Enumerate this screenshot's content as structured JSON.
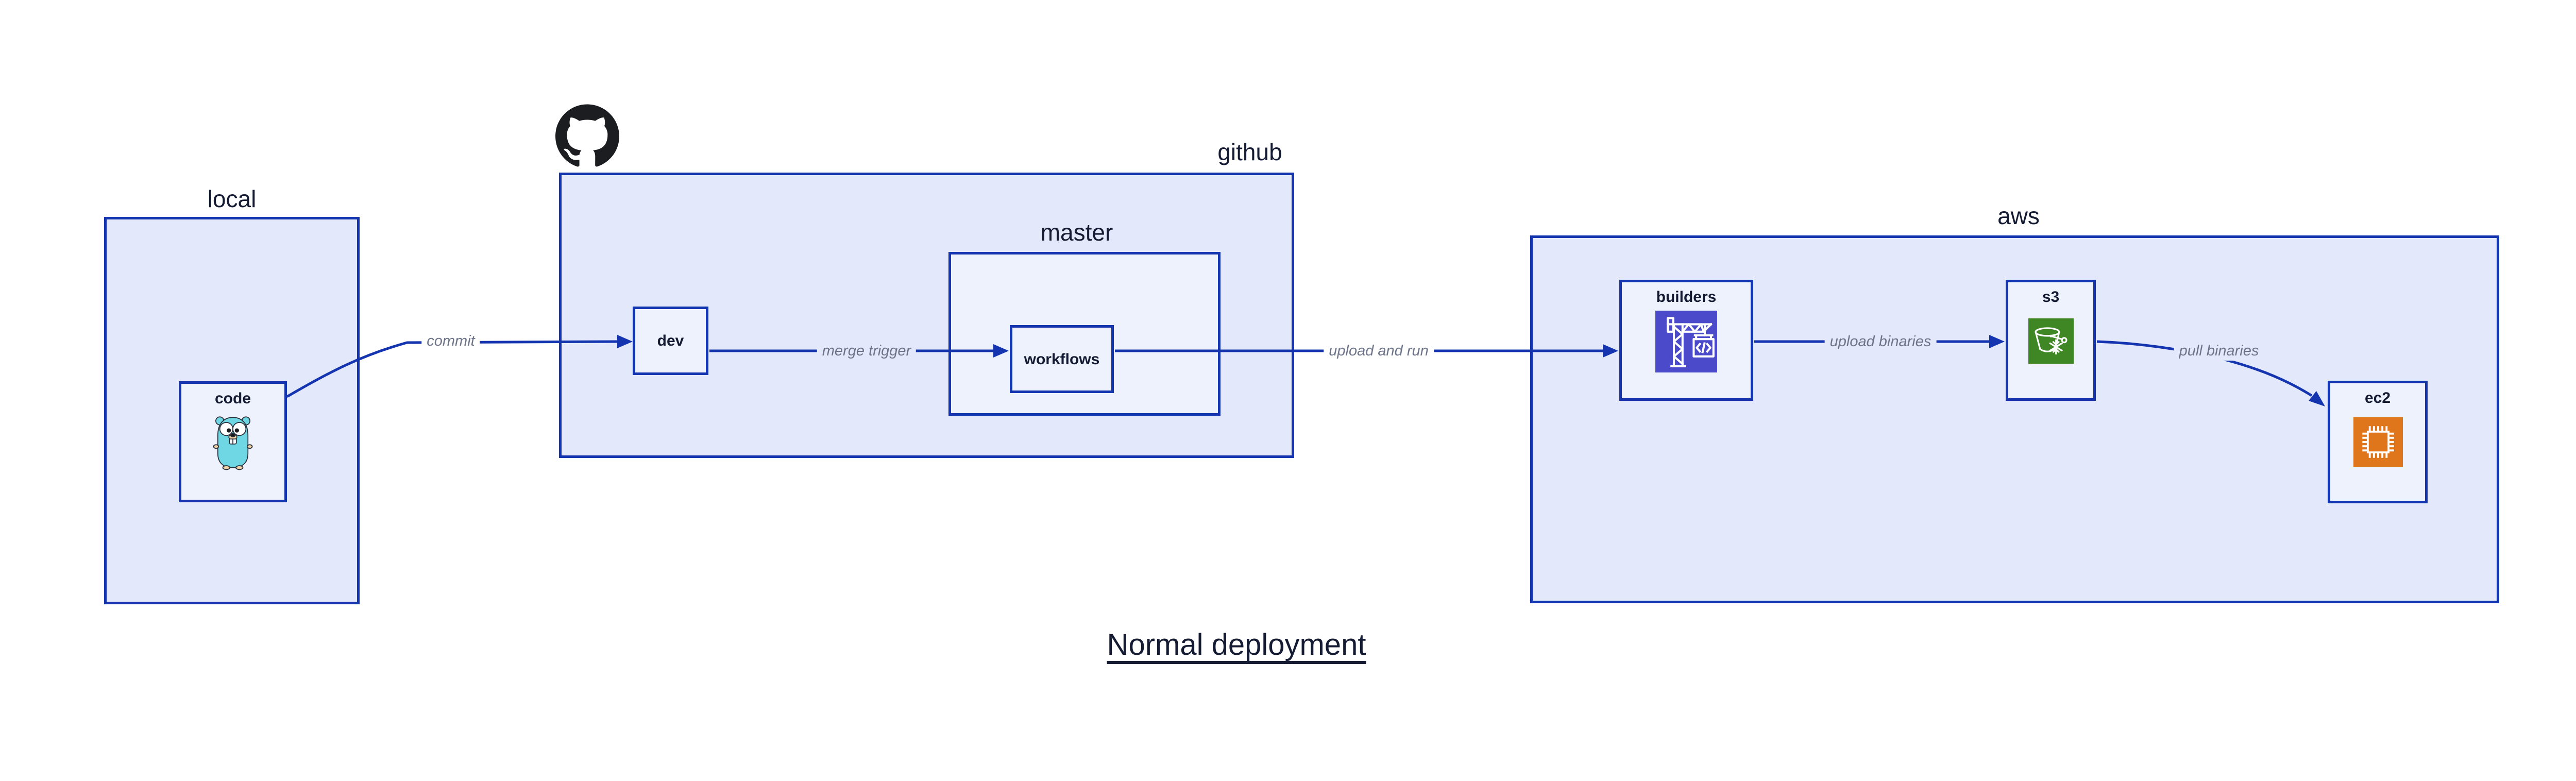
{
  "diagram": {
    "title": "Normal deployment",
    "containers": [
      {
        "id": "local",
        "label": "local"
      },
      {
        "id": "github",
        "label": "github"
      },
      {
        "id": "master",
        "label": "master"
      },
      {
        "id": "aws",
        "label": "aws"
      }
    ],
    "nodes": [
      {
        "id": "code",
        "label": "code",
        "icon": "go-gopher-icon"
      },
      {
        "id": "dev",
        "label": "dev"
      },
      {
        "id": "workflows",
        "label": "workflows"
      },
      {
        "id": "builders",
        "label": "builders",
        "icon": "codebuild-crane-icon"
      },
      {
        "id": "s3",
        "label": "s3",
        "icon": "s3-bucket-snowflake-icon"
      },
      {
        "id": "ec2",
        "label": "ec2",
        "icon": "ec2-chip-icon"
      }
    ],
    "edges": [
      {
        "from": "code",
        "to": "dev",
        "label": "commit"
      },
      {
        "from": "dev",
        "to": "workflows",
        "label": "merge trigger"
      },
      {
        "from": "workflows",
        "to": "builders",
        "label": "upload and run"
      },
      {
        "from": "builders",
        "to": "s3",
        "label": "upload binaries"
      },
      {
        "from": "s3",
        "to": "ec2",
        "label": "pull binaries"
      }
    ],
    "logo": "github-octocat-icon"
  },
  "theme": {
    "line": "#1535b0",
    "navy": "#141b33",
    "gray": "#6d7489",
    "fill-outer": "#e3e9fa",
    "fill-inner": "#eef2fc",
    "builders-accent": "#4a4acb",
    "s3-accent": "#3f8624",
    "ec2-accent": "#e0761c",
    "octocat": "#1b1d21",
    "gopher": "#6fd7e3",
    "canvas": "#ffffff"
  }
}
